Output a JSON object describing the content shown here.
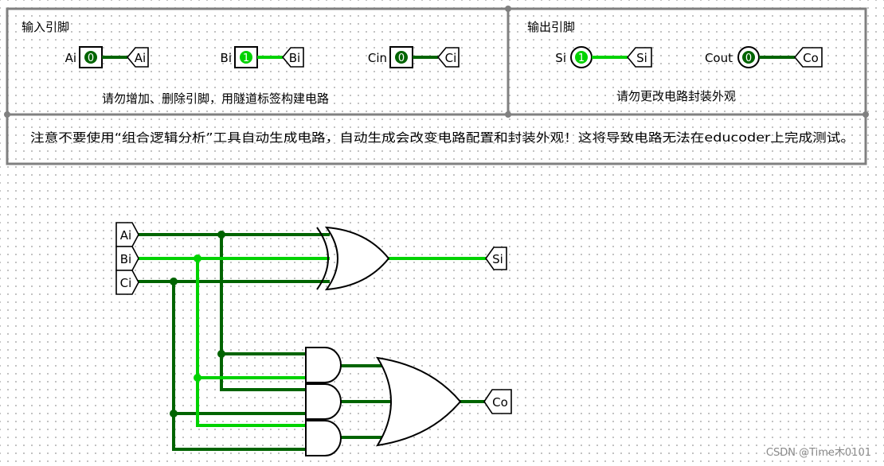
{
  "panel": {
    "input_title": "输入引脚",
    "output_title": "输出引脚",
    "input_note": "请勿增加、删除引脚，用隧道标签构建电路",
    "output_note": "请勿更改电路封装外观",
    "warning": "注意不要使用“组合逻辑分析”工具自动生成电路，自动生成会改变电路配置和封装外观！这将导致电路无法在educoder上完成测试。"
  },
  "pins": {
    "ai": {
      "label": "Ai",
      "value": "0",
      "tunnel": "Ai"
    },
    "bi": {
      "label": "Bi",
      "value": "1",
      "tunnel": "Bi"
    },
    "cin": {
      "label": "Cin",
      "value": "0",
      "tunnel": "Ci"
    },
    "si": {
      "label": "Si",
      "value": "1",
      "tunnel": "Si"
    },
    "cout": {
      "label": "Cout",
      "value": "0",
      "tunnel": "Co"
    }
  },
  "tunnels": {
    "ai": "Ai",
    "bi": "Bi",
    "ci": "Ci",
    "si": "Si",
    "co": "Co"
  },
  "watermark": "CSDN @Time木0101",
  "colors": {
    "wire_low": "#006400",
    "wire_high": "#00d200",
    "frame": "#808080"
  }
}
